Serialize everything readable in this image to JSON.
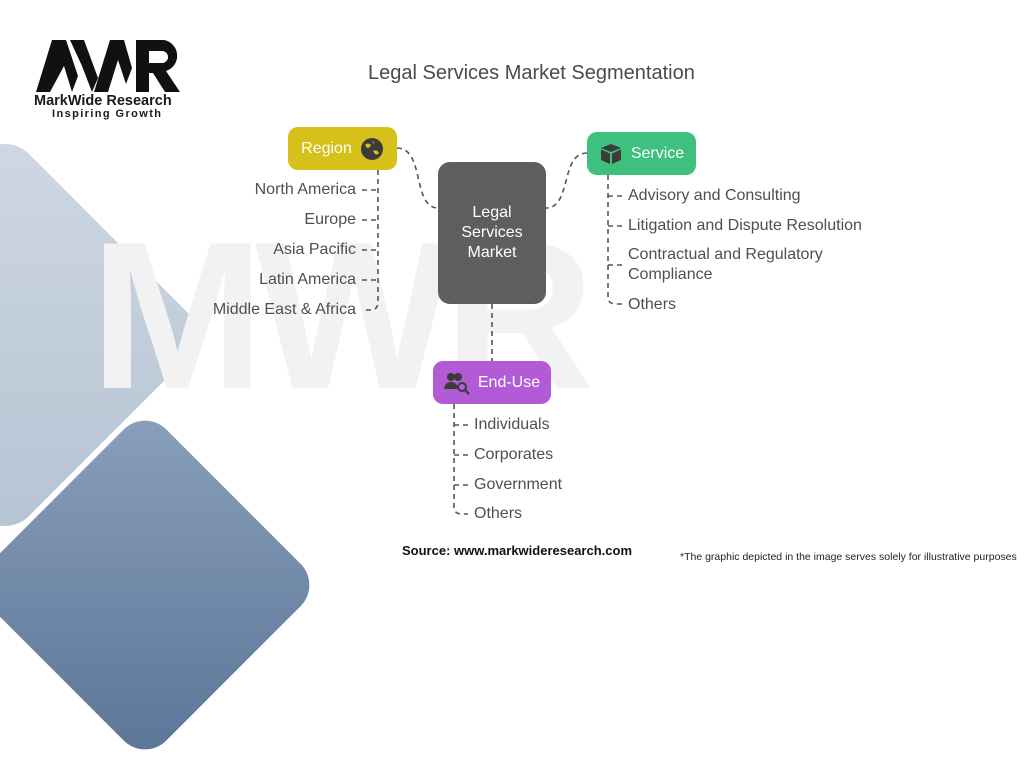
{
  "logo": {
    "name": "MarkWide Research",
    "tagline": "Inspiring Growth",
    "mark": "MWR"
  },
  "title": "Legal Services Market Segmentation",
  "center_node": {
    "lines": [
      "Legal",
      "Services",
      "Market"
    ]
  },
  "segments": {
    "region": {
      "label": "Region",
      "icon": "globe-icon",
      "color": "#d6c11b",
      "items": [
        "North America",
        "Europe",
        "Asia Pacific",
        "Latin America",
        "Middle East & Africa"
      ]
    },
    "service": {
      "label": "Service",
      "icon": "box-icon",
      "color": "#3ec07e",
      "items": [
        "Advisory and Consulting",
        "Litigation and Dispute Resolution",
        "Contractual and Regulatory",
        "Compliance",
        "Others"
      ]
    },
    "enduse": {
      "label": "End-Use",
      "icon": "user-search-icon",
      "color": "#b35ad6",
      "items": [
        "Individuals",
        "Corporates",
        "Government",
        "Others"
      ]
    }
  },
  "footer": {
    "source": "Source: www.markwideresearch.com",
    "note": "*The graphic depicted in the image serves solely for illustrative purposes"
  }
}
